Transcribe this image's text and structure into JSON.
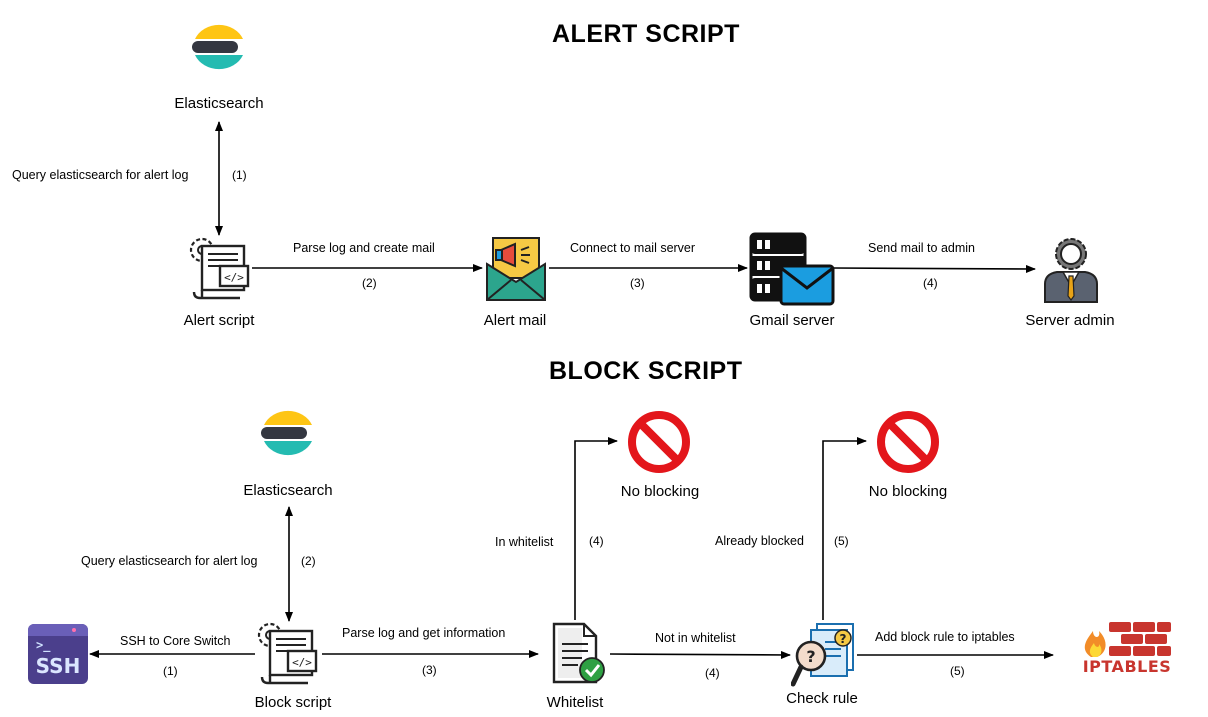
{
  "alert": {
    "title": "ALERT SCRIPT",
    "nodes": {
      "elasticsearch": "Elasticsearch",
      "alert_script": "Alert script",
      "alert_mail": "Alert mail",
      "gmail_server": "Gmail server",
      "server_admin": "Server admin"
    },
    "edges": {
      "query": {
        "label": "Query elasticsearch for alert log",
        "step": "(1)"
      },
      "parse": {
        "label": "Parse log and create mail",
        "step": "(2)"
      },
      "connect": {
        "label": "Connect to mail server",
        "step": "(3)"
      },
      "send": {
        "label": "Send mail to admin",
        "step": "(4)"
      }
    }
  },
  "block": {
    "title": "BLOCK SCRIPT",
    "nodes": {
      "elasticsearch": "Elasticsearch",
      "block_script": "Block script",
      "whitelist": "Whitelist",
      "check_rule": "Check rule",
      "no_blocking_1": "No blocking",
      "no_blocking_2": "No blocking",
      "ssh_text": "SSH",
      "iptables_text": "IPTABLES"
    },
    "edges": {
      "ssh": {
        "label": "SSH to Core Switch",
        "step": "(1)"
      },
      "query": {
        "label": "Query elasticsearch for alert log",
        "step": "(2)"
      },
      "parse": {
        "label": "Parse log and get information",
        "step": "(3)"
      },
      "in_whitelist": {
        "label": "In whitelist",
        "step": "(4)"
      },
      "not_in_whitelist": {
        "label": "Not in whitelist",
        "step": "(4)"
      },
      "already_blocked": {
        "label": "Already blocked",
        "step": "(5)"
      },
      "add_rule": {
        "label": "Add block rule to iptables",
        "step": "(5)"
      }
    }
  },
  "colors": {
    "elastic_yellow": "#FEC514",
    "elastic_dark": "#343741",
    "elastic_teal": "#24BBB1",
    "no_block_red": "#E3161B",
    "mail_green": "#2CA58D",
    "mail_blue": "#1B9DE0",
    "ssh_purple": "#4B3F8C",
    "brick_red": "#C8352E",
    "check_green": "#2EA043"
  },
  "icons": [
    "elasticsearch-logo-icon",
    "script-gear-icon",
    "mail-megaphone-icon",
    "mail-server-icon",
    "admin-user-icon",
    "ssh-terminal-icon",
    "document-check-icon",
    "magnifier-question-icon",
    "no-entry-icon",
    "firewall-brick-icon"
  ]
}
